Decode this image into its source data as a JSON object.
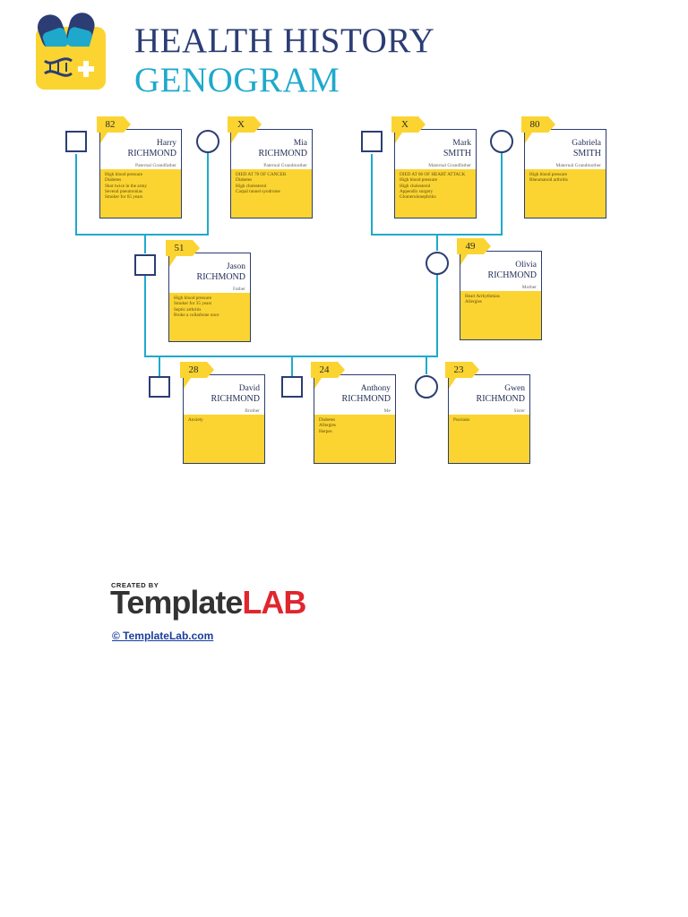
{
  "header": {
    "title_line1": "HEALTH HISTORY",
    "title_line2": "GENOGRAM"
  },
  "colors": {
    "navy": "#2b3d73",
    "teal": "#1ea9cc",
    "yellow": "#fbd431",
    "red": "#e0262e"
  },
  "people": [
    {
      "age": "82",
      "first": "Harry",
      "last": "RICHMOND",
      "relation": "Paternal Grandfather",
      "sex": "male",
      "notes": [
        "High blood pressure",
        "Diabetes",
        "Shot twice in the army",
        "Several pneumonias",
        "Smoker for 65 years"
      ]
    },
    {
      "age": "X",
      "first": "Mia",
      "last": "RICHMOND",
      "relation": "Paternal Grandmother",
      "sex": "female",
      "notes": [
        "DIED AT 78 OF CANCER",
        "Diabetes",
        "High cholesterol",
        "Carpal tunnel syndrome"
      ]
    },
    {
      "age": "X",
      "first": "Mark",
      "last": "SMITH",
      "relation": "Maternal Grandfather",
      "sex": "male",
      "notes": [
        "DIED AT 86 OF HEART ATTACK",
        "High blood pressure",
        "High cholesterol",
        "Appendix surgery",
        "Glomerulonephritis"
      ]
    },
    {
      "age": "80",
      "first": "Gabriela",
      "last": "SMITH",
      "relation": "Maternal Grandmother",
      "sex": "female",
      "notes": [
        "High blood pressure",
        "Rheumatoid arthritis"
      ]
    },
    {
      "age": "51",
      "first": "Jason",
      "last": "RICHMOND",
      "relation": "Father",
      "sex": "male",
      "notes": [
        "High blood pressure",
        "Smoker for 35 years",
        "Septic arthritis",
        "Broke a collarbone once"
      ]
    },
    {
      "age": "49",
      "first": "Olivia",
      "last": "RICHMOND",
      "relation": "Mother",
      "sex": "female",
      "notes": [
        "Heart Arrhythmias",
        "Allergies"
      ]
    },
    {
      "age": "28",
      "first": "David",
      "last": "RICHMOND",
      "relation": "Brother",
      "sex": "male",
      "notes": [
        "Anxiety"
      ]
    },
    {
      "age": "24",
      "first": "Anthony",
      "last": "RICHMOND",
      "relation": "Me",
      "sex": "male",
      "notes": [
        "Diabetes",
        "Allergies",
        "Herpes"
      ]
    },
    {
      "age": "23",
      "first": "Gwen",
      "last": "RICHMOND",
      "relation": "Sister",
      "sex": "female",
      "notes": [
        "Psoriasis"
      ]
    }
  ],
  "footer": {
    "created_by": "CREATED BY",
    "brand_part1": "Template",
    "brand_part2": "LAB",
    "link": "© TemplateLab.com"
  }
}
